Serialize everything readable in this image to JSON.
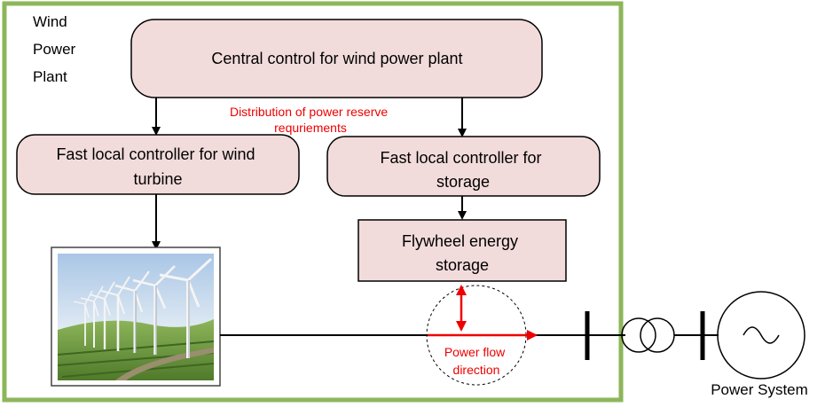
{
  "colors": {
    "plant_border": "#8db65a",
    "box_fill": "#f2dcdb",
    "box_stroke": "#000000",
    "accent_red": "#ee0000",
    "sky": "#bcd4ea",
    "grass": "#6f9a3e"
  },
  "plant_label": [
    "Wind",
    "Power",
    "Plant"
  ],
  "central_control": {
    "label": "Central control for wind power plant"
  },
  "distribution_label": [
    "Distribution of power reserve",
    "requriements"
  ],
  "wind_controller": {
    "lines": [
      "Fast local controller for wind",
      "turbine"
    ]
  },
  "storage_controller": {
    "lines": [
      "Fast local controller for",
      "storage"
    ]
  },
  "flywheel": {
    "lines": [
      "Flywheel energy",
      "storage"
    ]
  },
  "power_flow_label": [
    "Power flow",
    "direction"
  ],
  "wind_farm_image": {
    "icon": "wind-turbines-photo"
  },
  "transformer": {
    "icon": "transformer-icon"
  },
  "generator": {
    "icon": "ac-source-icon"
  },
  "power_system_label": "Power System"
}
